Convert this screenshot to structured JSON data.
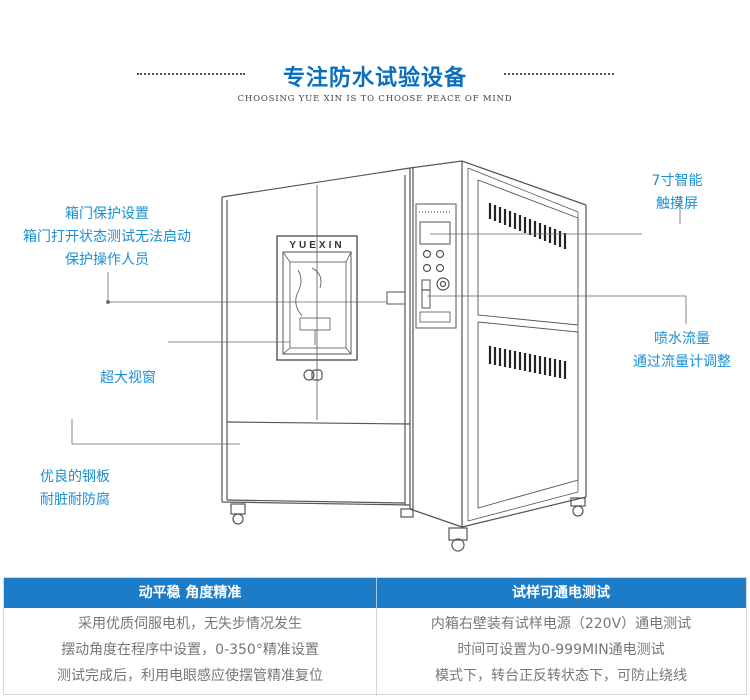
{
  "header": {
    "title": "专注防水试验设备",
    "subtitle": "CHOOSING YUE XIN IS TO CHOOSE PEACE OF MIND"
  },
  "machine": {
    "brand": "YUEXIN"
  },
  "callouts": {
    "door": [
      "箱门保护设置",
      "箱门打开状态测试无法启动",
      "保护操作人员"
    ],
    "window": [
      "超大视窗"
    ],
    "steel": [
      "优良的钢板",
      "耐脏耐防腐"
    ],
    "touchscreen": [
      "7寸智能",
      "触摸屏"
    ],
    "flow": [
      "喷水流量",
      "通过流量计调整"
    ]
  },
  "features": [
    {
      "title": "动平稳 角度精准",
      "lines": [
        "采用优质伺服电机，无失步情况发生",
        "摆动角度在程序中设置，0-350°精准设置",
        "测试完成后，利用电眼感应使摆管精准复位"
      ]
    },
    {
      "title": "试样可通电测试",
      "lines": [
        "内箱右壁装有试样电源（220V）通电测试",
        "时间可设置为0-999MIN通电测试",
        "模式下，转台正反转状态下，可防止绕线"
      ]
    }
  ],
  "colors": {
    "title_blue": "#0a6fbf",
    "callout_blue": "#1a8fd6",
    "table_header_blue": "#1c7cc8"
  }
}
